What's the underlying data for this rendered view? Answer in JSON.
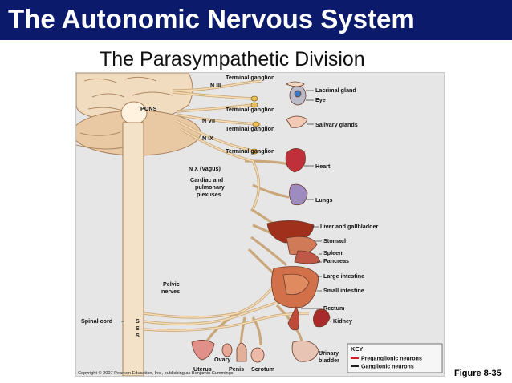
{
  "slide": {
    "title": "The Autonomic Nervous System",
    "subtitle": "The Parasympathetic Division",
    "figure_number": "Figure 8-35"
  },
  "figure": {
    "copyright": "Copyright © 2007 Pearson Education, Inc., publishing as Benjamin Cummings",
    "brain_labels": {
      "pons": "PONS",
      "n3": "N III",
      "n7": "N VII",
      "n9": "N IX",
      "n10": "N X (Vagus)",
      "plexus": [
        "Cardiac and",
        "pulmonary",
        "plexuses"
      ],
      "pelvic": [
        "Pelvic",
        "nerves"
      ],
      "spinal_cord": "Spinal cord",
      "s2": "S",
      "s3": "S",
      "s4": "S"
    },
    "ganglia": [
      "Terminal ganglion",
      "Terminal ganglion",
      "Terminal ganglion",
      "Terminal ganglion"
    ],
    "organs": {
      "lacrimal": "Lacrimal gland",
      "eye": "Eye",
      "salivary": "Salivary glands",
      "heart": "Heart",
      "lungs": "Lungs",
      "liver": "Liver and gallbladder",
      "stomach": "Stomach",
      "spleen": "Spleen",
      "pancreas": "Pancreas",
      "large_intestine": "Large intestine",
      "small_intestine": "Small intestine",
      "rectum": "Rectum",
      "kidney": "Kidney",
      "bladder": [
        "Urinary",
        "bladder"
      ],
      "ovary": "Ovary",
      "uterus": "Uterus",
      "penis": "Penis",
      "scrotum": "Scrotum"
    },
    "key": {
      "title": "KEY",
      "preganglionic": "Preganglionic neurons",
      "ganglionic": "Ganglionic neurons",
      "preganglionic_color": "#d42020",
      "ganglionic_color": "#222222"
    },
    "colors": {
      "nerve": "#f4dcb4",
      "brain": "#f2dcc0",
      "background": "#e6e6e6"
    }
  }
}
